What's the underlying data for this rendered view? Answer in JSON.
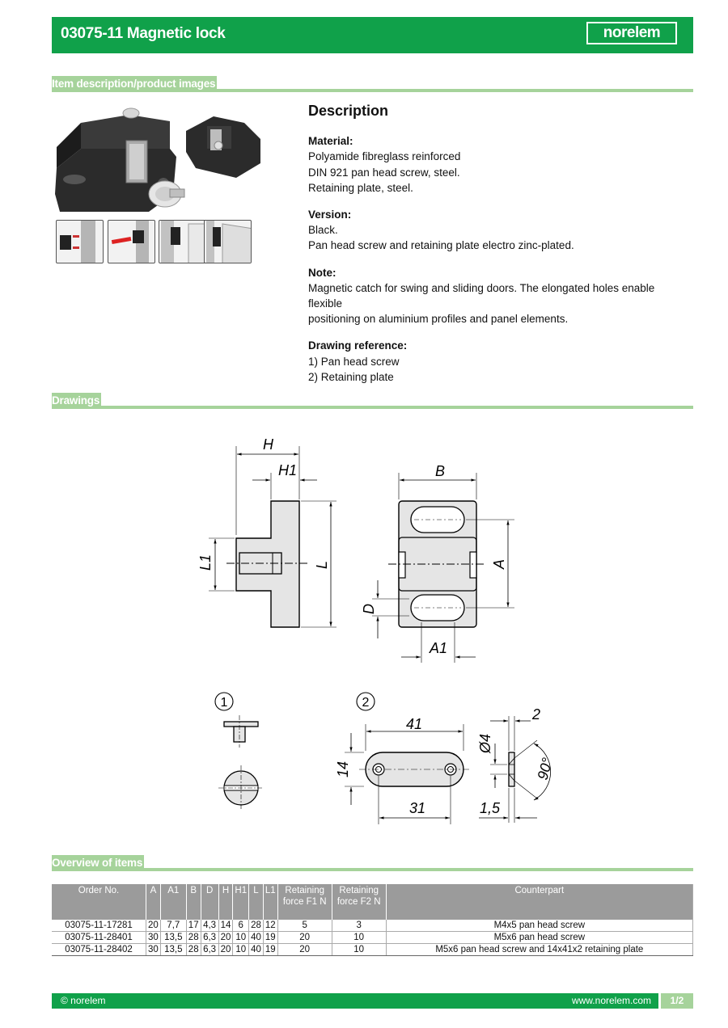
{
  "header": {
    "title": "03075-11 Magnetic lock",
    "logo": "norelem"
  },
  "sections": {
    "item_description": "Item description/product images",
    "drawings": "Drawings",
    "overview": "Overview of items"
  },
  "description": {
    "heading": "Description",
    "material_label": "Material:",
    "material_lines": [
      "Polyamide fibreglass reinforced",
      "DIN 921 pan head screw, steel.",
      "Retaining plate, steel."
    ],
    "version_label": "Version:",
    "version_lines": [
      "Black.",
      "Pan head screw and retaining plate electro zinc-plated."
    ],
    "note_label": "Note:",
    "note_lines": [
      "Magnetic catch for swing and sliding doors. The elongated holes enable flexible",
      "positioning on aluminium profiles and panel elements."
    ],
    "drawing_ref_label": "Drawing reference:",
    "drawing_ref_lines": [
      "1) Pan head screw",
      "2) Retaining plate"
    ]
  },
  "drawing_labels": {
    "H": "H",
    "H1": "H1",
    "L1": "L1",
    "L": "L",
    "B": "B",
    "A": "A",
    "D": "D",
    "A1": "A1",
    "circle1": "1",
    "circle2": "2",
    "d41": "41",
    "d14": "14",
    "d31": "31",
    "d2": "2",
    "d4": "Ø4",
    "d90": "90°",
    "d15": "1,5"
  },
  "table": {
    "headers": [
      "Order No.",
      "A",
      "A1",
      "B",
      "D",
      "H",
      "H1",
      "L",
      "L1",
      "Retaining force F1 N",
      "Retaining force F2 N",
      "Counterpart"
    ],
    "rows": [
      [
        "03075-11-17281",
        "20",
        "7,7",
        "17",
        "4,3",
        "14",
        "6",
        "28",
        "12",
        "5",
        "3",
        "M4x5 pan head screw"
      ],
      [
        "03075-11-28401",
        "30",
        "13,5",
        "28",
        "6,3",
        "20",
        "10",
        "40",
        "19",
        "20",
        "10",
        "M5x6 pan head screw"
      ],
      [
        "03075-11-28402",
        "30",
        "13,5",
        "28",
        "6,3",
        "20",
        "10",
        "40",
        "19",
        "20",
        "10",
        "M5x6 pan head screw and 14x41x2 retaining plate"
      ]
    ]
  },
  "footer": {
    "copyright": "© norelem",
    "url": "www.norelem.com",
    "page": "1/2"
  }
}
